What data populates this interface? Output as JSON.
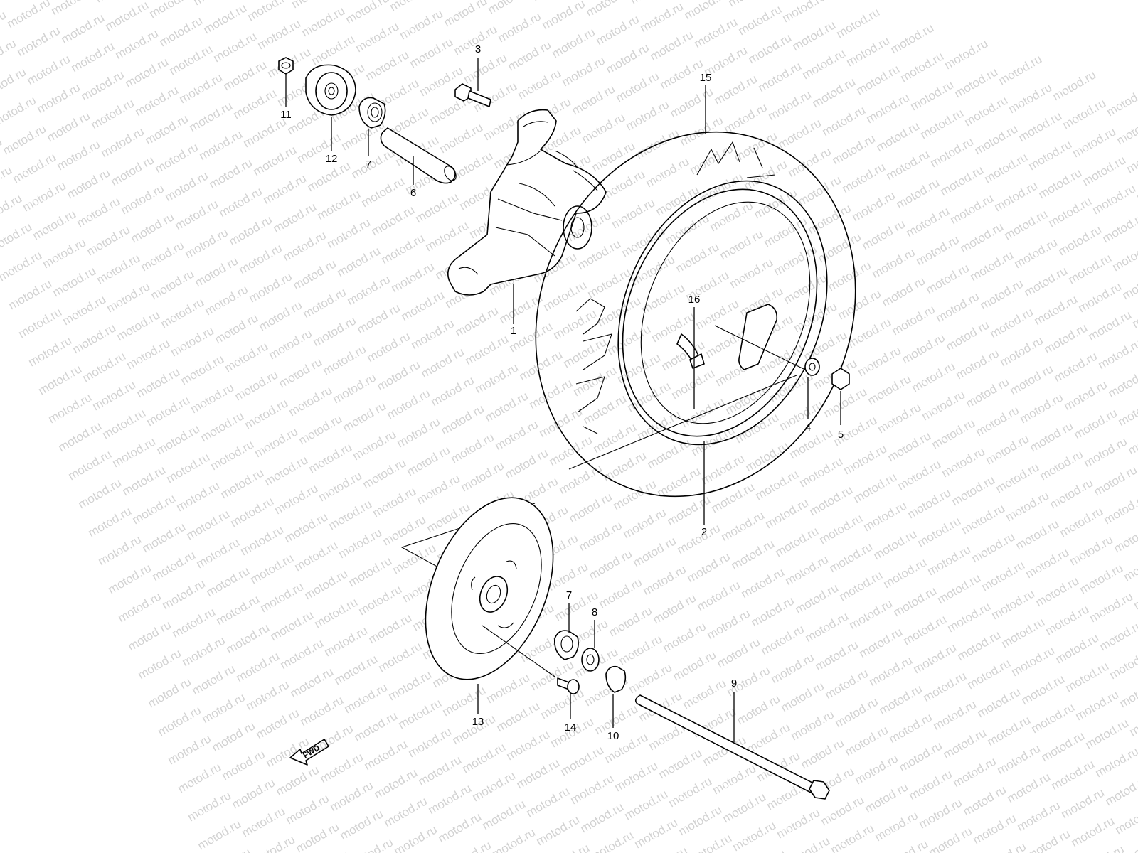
{
  "watermark": {
    "text": "motod.ru",
    "color": "#d2d2d2"
  },
  "fwd_arrow": {
    "text": "FWD"
  },
  "callouts": [
    {
      "id": "part-1",
      "label": "1"
    },
    {
      "id": "part-2",
      "label": "2"
    },
    {
      "id": "part-3",
      "label": "3"
    },
    {
      "id": "part-4",
      "label": "4"
    },
    {
      "id": "part-5",
      "label": "5"
    },
    {
      "id": "part-6",
      "label": "6"
    },
    {
      "id": "part-7a",
      "label": "7"
    },
    {
      "id": "part-7b",
      "label": "7"
    },
    {
      "id": "part-8",
      "label": "8"
    },
    {
      "id": "part-9",
      "label": "9"
    },
    {
      "id": "part-10",
      "label": "10"
    },
    {
      "id": "part-11",
      "label": "11"
    },
    {
      "id": "part-12",
      "label": "12"
    },
    {
      "id": "part-13",
      "label": "13"
    },
    {
      "id": "part-14",
      "label": "14"
    },
    {
      "id": "part-15",
      "label": "15"
    },
    {
      "id": "part-16",
      "label": "16"
    }
  ]
}
